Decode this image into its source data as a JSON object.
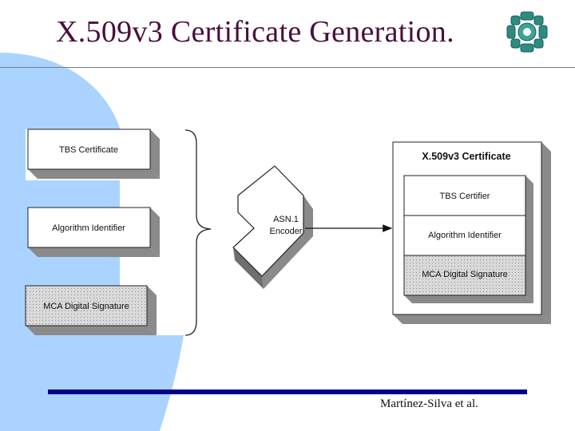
{
  "slide": {
    "title": "X.509v3 Certificate Generation.",
    "footer": "Martínez-Silva et al."
  },
  "diagram": {
    "inputs": [
      {
        "label": "TBS Certificate"
      },
      {
        "label": "Algorithm Identifier"
      },
      {
        "label": "MCA Digital Signature"
      }
    ],
    "encoder": {
      "line1": "ASN.1",
      "line2": "Encoder"
    },
    "output": {
      "title": "X.509v3 Certificate",
      "rows": [
        {
          "label": "TBS Certifier"
        },
        {
          "label": "Algorithm Identifier"
        },
        {
          "label": "MCA Digital Signature"
        }
      ]
    }
  },
  "colors": {
    "title": "#4b0e3c",
    "accent_blue": "#aad4ff",
    "footer_bar": "#00008b",
    "box_shadow": "#8a8a8a",
    "dotted_fill": "#d8d8d8"
  }
}
